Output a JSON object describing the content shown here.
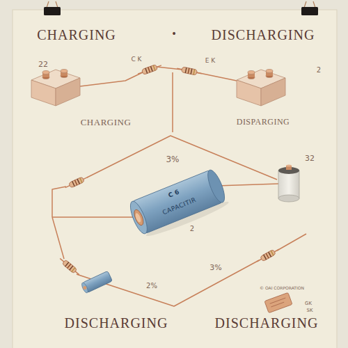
{
  "diagram": {
    "labels": [
      "CHARGING",
      "•",
      "DISCHARGING",
      "22",
      "C K",
      "E K",
      "2",
      "CHARGING",
      "DISPARGING",
      "3%",
      "32",
      "C 6",
      "CAPACITIR",
      "2",
      "3%",
      "2%",
      "GK",
      "SK",
      "© OAI CORPORATION",
      "DISCHARGING",
      "DISCHARGING"
    ]
  }
}
